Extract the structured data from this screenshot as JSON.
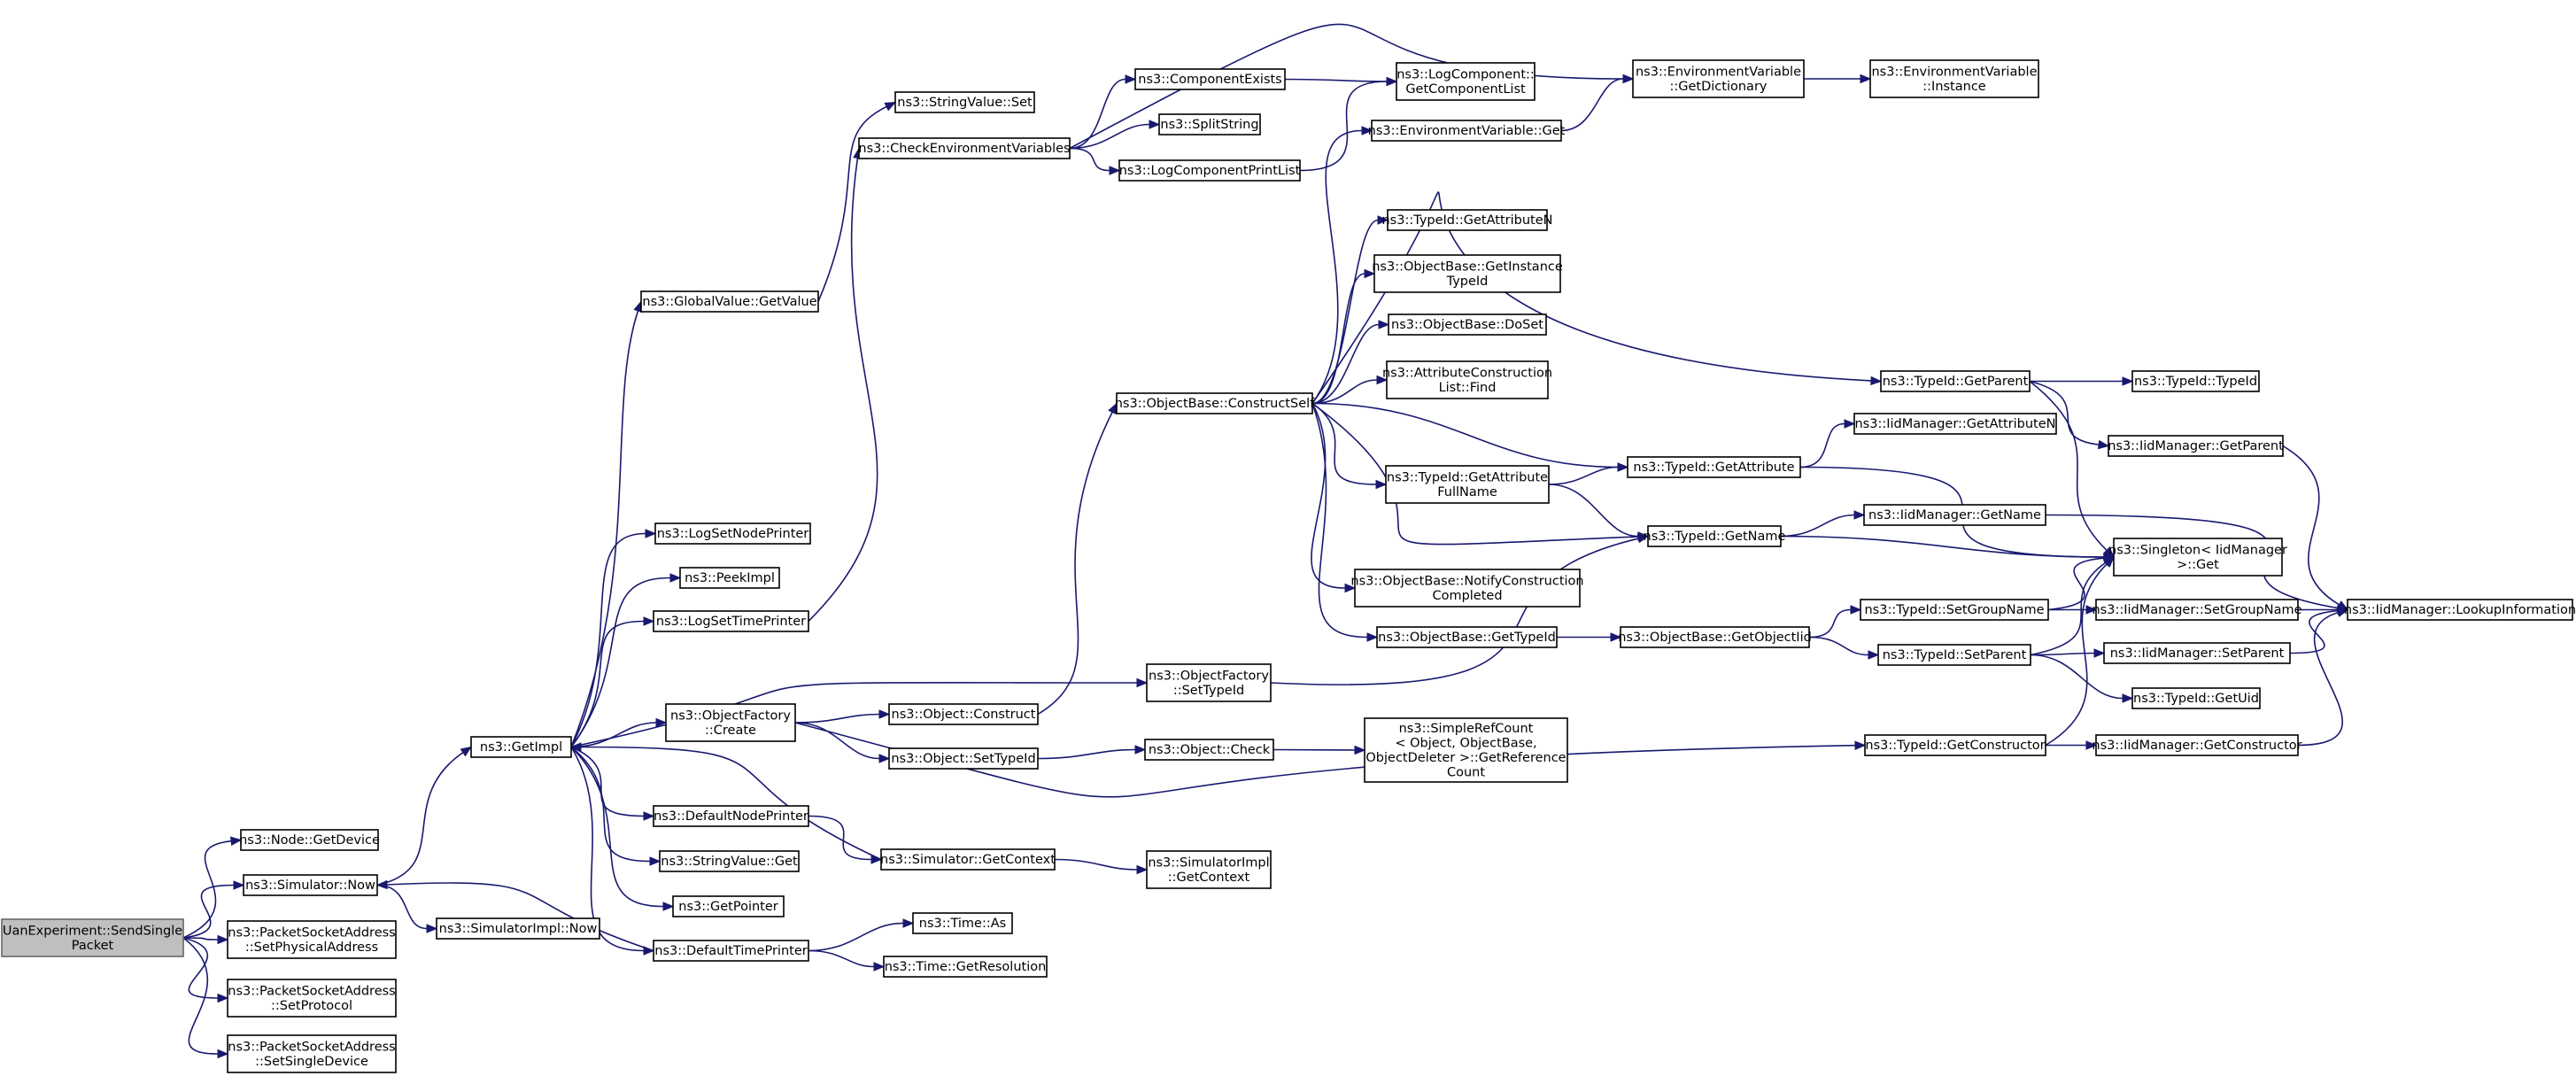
{
  "diagram": {
    "title": "",
    "colors": {
      "edge": "#191970",
      "node_border": "#000000",
      "node_fill": "#ffffff",
      "root_fill": "#bfbfbf",
      "root_border": "#666666"
    },
    "nodes": [
      {
        "id": "root",
        "lines": [
          "UanExperiment::SendSingle",
          "Packet"
        ],
        "root": true
      },
      {
        "id": "getdevice",
        "lines": [
          "ns3::Node::GetDevice"
        ]
      },
      {
        "id": "simnow",
        "lines": [
          "ns3::Simulator::Now"
        ]
      },
      {
        "id": "setphys",
        "lines": [
          "ns3::PacketSocketAddress",
          "::SetPhysicalAddress"
        ]
      },
      {
        "id": "setproto",
        "lines": [
          "ns3::PacketSocketAddress",
          "::SetProtocol"
        ]
      },
      {
        "id": "setsingle",
        "lines": [
          "ns3::PacketSocketAddress",
          "::SetSingleDevice"
        ]
      },
      {
        "id": "getimpl",
        "lines": [
          "ns3::GetImpl"
        ]
      },
      {
        "id": "simimplnow",
        "lines": [
          "ns3::SimulatorImpl::Now"
        ]
      },
      {
        "id": "gvgetvalue",
        "lines": [
          "ns3::GlobalValue::GetValue"
        ]
      },
      {
        "id": "logsetnode",
        "lines": [
          "ns3::LogSetNodePrinter"
        ]
      },
      {
        "id": "peekimpl",
        "lines": [
          "ns3::PeekImpl"
        ]
      },
      {
        "id": "logsettime",
        "lines": [
          "ns3::LogSetTimePrinter"
        ]
      },
      {
        "id": "ofcreate",
        "lines": [
          "ns3::ObjectFactory",
          "::Create"
        ]
      },
      {
        "id": "defnodeprinter",
        "lines": [
          "ns3::DefaultNodePrinter"
        ]
      },
      {
        "id": "svget",
        "lines": [
          "ns3::StringValue::Get"
        ]
      },
      {
        "id": "getpointer",
        "lines": [
          "ns3::GetPointer"
        ]
      },
      {
        "id": "deftimeprinter",
        "lines": [
          "ns3::DefaultTimePrinter"
        ]
      },
      {
        "id": "svset",
        "lines": [
          "ns3::StringValue::Set"
        ]
      },
      {
        "id": "checkenv",
        "lines": [
          "ns3::CheckEnvironmentVariables"
        ]
      },
      {
        "id": "objconstruct",
        "lines": [
          "ns3::Object::Construct"
        ]
      },
      {
        "id": "objsettypeid",
        "lines": [
          "ns3::Object::SetTypeId"
        ]
      },
      {
        "id": "simgetctx",
        "lines": [
          "ns3::Simulator::GetContext"
        ]
      },
      {
        "id": "timeas",
        "lines": [
          "ns3::Time::As"
        ]
      },
      {
        "id": "timegetres",
        "lines": [
          "ns3::Time::GetResolution"
        ]
      },
      {
        "id": "compexists",
        "lines": [
          "ns3::ComponentExists"
        ]
      },
      {
        "id": "splitstring",
        "lines": [
          "ns3::SplitString"
        ]
      },
      {
        "id": "logcompprint",
        "lines": [
          "ns3::LogComponentPrintList"
        ]
      },
      {
        "id": "ofsettypeid",
        "lines": [
          "ns3::ObjectFactory",
          "::SetTypeId"
        ]
      },
      {
        "id": "objbaseconstruct",
        "lines": [
          "ns3::ObjectBase::ConstructSelf"
        ]
      },
      {
        "id": "objcheck",
        "lines": [
          "ns3::Object::Check"
        ]
      },
      {
        "id": "simimplgetctx",
        "lines": [
          "ns3::SimulatorImpl",
          "::GetContext"
        ]
      },
      {
        "id": "logcompgetlist",
        "lines": [
          "ns3::LogComponent::",
          "GetComponentList"
        ]
      },
      {
        "id": "envget",
        "lines": [
          "ns3::EnvironmentVariable::Get"
        ]
      },
      {
        "id": "tidgetattrn",
        "lines": [
          "ns3::TypeId::GetAttributeN"
        ]
      },
      {
        "id": "obgetinstance",
        "lines": [
          "ns3::ObjectBase::GetInstance",
          "TypeId"
        ]
      },
      {
        "id": "obdoset",
        "lines": [
          "ns3::ObjectBase::DoSet"
        ]
      },
      {
        "id": "attrconstrfind",
        "lines": [
          "ns3::AttributeConstruction",
          "List::Find"
        ]
      },
      {
        "id": "tidgetattrfull",
        "lines": [
          "ns3::TypeId::GetAttribute",
          "FullName"
        ]
      },
      {
        "id": "obnotify",
        "lines": [
          "ns3::ObjectBase::NotifyConstruction",
          "Completed"
        ]
      },
      {
        "id": "obgettypeid",
        "lines": [
          "ns3::ObjectBase::GetTypeId"
        ]
      },
      {
        "id": "simplerefcount",
        "lines": [
          "ns3::SimpleRefCount",
          "< Object, ObjectBase,",
          "ObjectDeleter >::GetReference",
          "Count"
        ]
      },
      {
        "id": "envgetdict",
        "lines": [
          "ns3::EnvironmentVariable",
          "::GetDictionary"
        ]
      },
      {
        "id": "tidgetattr",
        "lines": [
          "ns3::TypeId::GetAttribute"
        ]
      },
      {
        "id": "tidgetname",
        "lines": [
          "ns3::TypeId::GetName"
        ]
      },
      {
        "id": "obgetobjectiid",
        "lines": [
          "ns3::ObjectBase::GetObjectIid"
        ]
      },
      {
        "id": "envinstance",
        "lines": [
          "ns3::EnvironmentVariable",
          "::Instance"
        ]
      },
      {
        "id": "tidgetparent",
        "lines": [
          "ns3::TypeId::GetParent"
        ]
      },
      {
        "id": "iidgetattrn",
        "lines": [
          "ns3::IidManager::GetAttributeN"
        ]
      },
      {
        "id": "iidgetname",
        "lines": [
          "ns3::IidManager::GetName"
        ]
      },
      {
        "id": "tidsetgroup",
        "lines": [
          "ns3::TypeId::SetGroupName"
        ]
      },
      {
        "id": "tidsetparent",
        "lines": [
          "ns3::TypeId::SetParent"
        ]
      },
      {
        "id": "tidgetconstr",
        "lines": [
          "ns3::TypeId::GetConstructor"
        ]
      },
      {
        "id": "tidtypeid",
        "lines": [
          "ns3::TypeId::TypeId"
        ]
      },
      {
        "id": "iidgetparent",
        "lines": [
          "ns3::IidManager::GetParent"
        ]
      },
      {
        "id": "singletonget",
        "lines": [
          "ns3::Singleton< IidManager",
          ">::Get"
        ]
      },
      {
        "id": "iidsetgroup",
        "lines": [
          "ns3::IidManager::SetGroupName"
        ]
      },
      {
        "id": "iidsetparent",
        "lines": [
          "ns3::IidManager::SetParent"
        ]
      },
      {
        "id": "tidgetuid",
        "lines": [
          "ns3::TypeId::GetUid"
        ]
      },
      {
        "id": "iidgetconstr",
        "lines": [
          "ns3::IidManager::GetConstructor"
        ]
      },
      {
        "id": "iidlookup",
        "lines": [
          "ns3::IidManager::LookupInformation"
        ]
      }
    ],
    "edges": [
      [
        "root",
        "getdevice"
      ],
      [
        "root",
        "simnow"
      ],
      [
        "root",
        "setphys"
      ],
      [
        "root",
        "setproto"
      ],
      [
        "root",
        "setsingle"
      ],
      [
        "simnow",
        "getimpl"
      ],
      [
        "simnow",
        "simimplnow"
      ],
      [
        "getimpl",
        "gvgetvalue"
      ],
      [
        "getimpl",
        "logsetnode"
      ],
      [
        "getimpl",
        "peekimpl"
      ],
      [
        "getimpl",
        "logsettime"
      ],
      [
        "getimpl",
        "ofsettypeid"
      ],
      [
        "getimpl",
        "ofcreate"
      ],
      [
        "getimpl",
        "defnodeprinter"
      ],
      [
        "getimpl",
        "svget"
      ],
      [
        "getimpl",
        "getpointer"
      ],
      [
        "getimpl",
        "deftimeprinter"
      ],
      [
        "gvgetvalue",
        "svset"
      ],
      [
        "logsettime",
        "checkenv"
      ],
      [
        "ofcreate",
        "objconstruct"
      ],
      [
        "ofcreate",
        "objsettypeid"
      ],
      [
        "ofcreate",
        "tidgetconstr"
      ],
      [
        "defnodeprinter",
        "simgetctx"
      ],
      [
        "simgetctx",
        "getimpl"
      ],
      [
        "simgetctx",
        "simimplgetctx"
      ],
      [
        "deftimeprinter",
        "simnow"
      ],
      [
        "deftimeprinter",
        "timeas"
      ],
      [
        "deftimeprinter",
        "timegetres"
      ],
      [
        "checkenv",
        "compexists"
      ],
      [
        "checkenv",
        "splitstring"
      ],
      [
        "checkenv",
        "logcompprint"
      ],
      [
        "checkenv",
        "envgetdict"
      ],
      [
        "compexists",
        "logcompgetlist"
      ],
      [
        "logcompprint",
        "logcompgetlist"
      ],
      [
        "objconstruct",
        "objbaseconstruct"
      ],
      [
        "objsettypeid",
        "objcheck"
      ],
      [
        "objcheck",
        "simplerefcount"
      ],
      [
        "ofsettypeid",
        "tidgetname"
      ],
      [
        "objbaseconstruct",
        "envget"
      ],
      [
        "objbaseconstruct",
        "tidgetparent"
      ],
      [
        "objbaseconstruct",
        "tidgetattrn"
      ],
      [
        "objbaseconstruct",
        "obgetinstance"
      ],
      [
        "objbaseconstruct",
        "obdoset"
      ],
      [
        "objbaseconstruct",
        "attrconstrfind"
      ],
      [
        "objbaseconstruct",
        "tidgetattr"
      ],
      [
        "objbaseconstruct",
        "tidgetattrfull"
      ],
      [
        "objbaseconstruct",
        "tidgetname"
      ],
      [
        "objbaseconstruct",
        "obnotify"
      ],
      [
        "objbaseconstruct",
        "obgettypeid"
      ],
      [
        "envget",
        "envgetdict"
      ],
      [
        "envgetdict",
        "envinstance"
      ],
      [
        "tidgetattrfull",
        "tidgetattr"
      ],
      [
        "tidgetattrfull",
        "tidgetname"
      ],
      [
        "obgettypeid",
        "obgetobjectiid"
      ],
      [
        "obgetobjectiid",
        "tidsetgroup"
      ],
      [
        "obgetobjectiid",
        "tidsetparent"
      ],
      [
        "tidgetattr",
        "iidgetattrn"
      ],
      [
        "tidgetattr",
        "singletonget"
      ],
      [
        "tidgetname",
        "iidgetname"
      ],
      [
        "tidgetname",
        "singletonget"
      ],
      [
        "tidgetparent",
        "tidtypeid"
      ],
      [
        "tidgetparent",
        "iidgetparent"
      ],
      [
        "tidgetparent",
        "singletonget"
      ],
      [
        "tidsetgroup",
        "iidsetgroup"
      ],
      [
        "tidsetgroup",
        "singletonget"
      ],
      [
        "tidsetparent",
        "iidsetparent"
      ],
      [
        "tidsetparent",
        "tidgetuid"
      ],
      [
        "tidsetparent",
        "singletonget"
      ],
      [
        "tidgetconstr",
        "iidgetconstr"
      ],
      [
        "tidgetconstr",
        "singletonget"
      ],
      [
        "iidgetname",
        "iidlookup"
      ],
      [
        "iidgetparent",
        "iidlookup"
      ],
      [
        "iidsetgroup",
        "iidlookup"
      ],
      [
        "iidsetparent",
        "iidlookup"
      ],
      [
        "iidgetconstr",
        "iidlookup"
      ]
    ]
  }
}
